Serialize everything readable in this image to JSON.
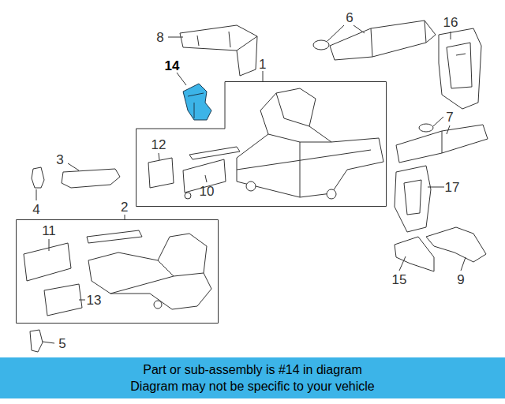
{
  "diagram": {
    "nodes": [
      {
        "text": [
          "1"
        ]
      },
      {
        "text": [
          "2"
        ]
      },
      {
        "text": [
          "Part or sub-assembly is #14 in diagram",
          "Diagram may not be specific to your vehicle"
        ]
      }
    ],
    "labels": [
      "14",
      "8",
      "6",
      "16",
      "12",
      "10",
      "3",
      "4",
      "7",
      "17",
      "11",
      "13",
      "15",
      "9",
      "5"
    ]
  }
}
